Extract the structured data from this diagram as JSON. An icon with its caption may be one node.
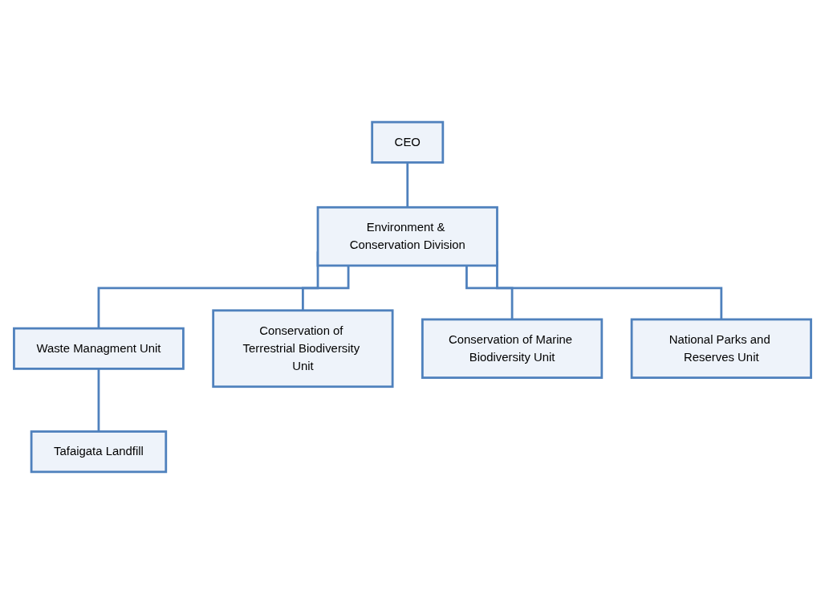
{
  "diagram": {
    "nodes": [
      {
        "text": [
          "CEO"
        ]
      },
      {
        "text": [
          "Environment & Conservation Division"
        ]
      },
      {
        "text": [
          "Waste Managment Unit"
        ]
      },
      {
        "text": [
          "Conservation of Terrestrial Biodiversity Unit"
        ]
      },
      {
        "text": [
          "Conservation of Marine Biodiversity Unit"
        ]
      },
      {
        "text": [
          "National Parks and Reserves Unit"
        ]
      },
      {
        "text": [
          "Tafaigata Landfill"
        ]
      }
    ],
    "edges": [
      {
        "from": 0,
        "to": 1,
        "arrow": "none"
      },
      {
        "from": 1,
        "to": 2,
        "arrow": "none"
      },
      {
        "from": 1,
        "to": 3,
        "arrow": "none"
      },
      {
        "from": 1,
        "to": 4,
        "arrow": "none"
      },
      {
        "from": 1,
        "to": 5,
        "arrow": "none"
      },
      {
        "from": 2,
        "to": 6,
        "arrow": "none"
      }
    ]
  }
}
